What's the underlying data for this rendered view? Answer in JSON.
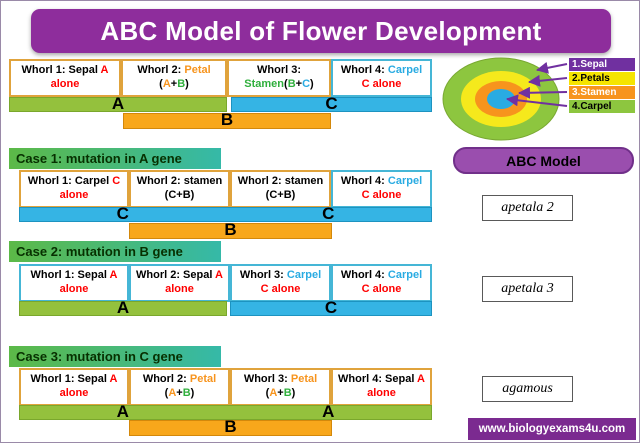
{
  "title": "ABC Model of Flower Development",
  "footer_url": "www.biologyexams4u.com",
  "abc_label": "ABC Model",
  "palette": {
    "banner_purple": "#8E2D9C",
    "footer_purple": "#7B2A90",
    "gene_a_green": "#94C13D",
    "gene_b_orange": "#F8A71B",
    "gene_c_blue": "#35B4E4",
    "red_text": "#FF0000",
    "orange_text": "#F7941D",
    "green_text": "#2FAF3C",
    "blue_text": "#29ABE2",
    "case_header_green": "#5CB947",
    "case_header_teal": "#35B9A8"
  },
  "flower": {
    "rings": [
      {
        "name": "sepal-outer-ring",
        "color": "#8DC63F"
      },
      {
        "name": "petal-ring",
        "color": "#F5E91C"
      },
      {
        "name": "stamen-ring",
        "color": "#F7941D"
      },
      {
        "name": "carpel-center",
        "color": "#29ABE2"
      }
    ]
  },
  "legend": {
    "items": [
      {
        "label": "1.Sepal"
      },
      {
        "label": "2.Petals"
      },
      {
        "label": "3.Stamen"
      },
      {
        "label": "4.Carpel"
      }
    ]
  },
  "main": {
    "boxes": [
      {
        "l1": [
          {
            "t": "Whorl 1: Sepal ",
            "c": "k"
          },
          {
            "t": "A",
            "c": "r"
          }
        ],
        "l2": [
          {
            "t": "alone",
            "c": "r"
          }
        ]
      },
      {
        "l1": [
          {
            "t": "Whorl 2: ",
            "c": "k"
          },
          {
            "t": "Petal",
            "c": "o"
          }
        ],
        "l2": [
          {
            "t": "(",
            "c": "k"
          },
          {
            "t": "A",
            "c": "o"
          },
          {
            "t": "+",
            "c": "k"
          },
          {
            "t": "B",
            "c": "g"
          },
          {
            "t": ")",
            "c": "k"
          }
        ]
      },
      {
        "l1": [
          {
            "t": "Whorl 3:",
            "c": "k"
          }
        ],
        "l2": [
          {
            "t": "Stamen",
            "c": "g"
          },
          {
            "t": "(",
            "c": "k"
          },
          {
            "t": "B",
            "c": "g"
          },
          {
            "t": "+",
            "c": "k"
          },
          {
            "t": "C",
            "c": "b"
          },
          {
            "t": ")",
            "c": "k"
          }
        ]
      },
      {
        "l1": [
          {
            "t": "Whorl 4: ",
            "c": "k"
          },
          {
            "t": "Carpel",
            "c": "b"
          }
        ],
        "l2": [
          {
            "t": "C alone",
            "c": "r"
          }
        ]
      }
    ],
    "bars": {
      "a": "A",
      "b": "B",
      "c": "C"
    }
  },
  "case1": {
    "header": "Case 1: mutation in A gene",
    "mutant": "apetala 2",
    "boxes": [
      {
        "l1": [
          {
            "t": "Whorl 1: Carpel ",
            "c": "k"
          },
          {
            "t": "C",
            "c": "r"
          }
        ],
        "l2": [
          {
            "t": "alone",
            "c": "r"
          }
        ]
      },
      {
        "l1": [
          {
            "t": "Whorl 2: stamen",
            "c": "k"
          }
        ],
        "l2": [
          {
            "t": "(C+B)",
            "c": "k"
          }
        ]
      },
      {
        "l1": [
          {
            "t": "Whorl 2: stamen",
            "c": "k"
          }
        ],
        "l2": [
          {
            "t": "(C+B)",
            "c": "k"
          }
        ]
      },
      {
        "l1": [
          {
            "t": "Whorl 4: ",
            "c": "k"
          },
          {
            "t": "Carpel",
            "c": "b"
          }
        ],
        "l2": [
          {
            "t": "C alone",
            "c": "r"
          }
        ]
      }
    ],
    "bars": {
      "c_left": "C",
      "c_right": "C",
      "b": "B"
    }
  },
  "case2": {
    "header": "Case 2: mutation in B gene",
    "mutant": "apetala 3",
    "boxes": [
      {
        "l1": [
          {
            "t": "Whorl 1: Sepal ",
            "c": "k"
          },
          {
            "t": "A",
            "c": "r"
          }
        ],
        "l2": [
          {
            "t": "alone",
            "c": "r"
          }
        ]
      },
      {
        "l1": [
          {
            "t": "Whorl 2: Sepal ",
            "c": "k"
          },
          {
            "t": "A",
            "c": "r"
          }
        ],
        "l2": [
          {
            "t": "alone",
            "c": "r"
          }
        ]
      },
      {
        "l1": [
          {
            "t": "Whorl 3: ",
            "c": "k"
          },
          {
            "t": "Carpel",
            "c": "b"
          }
        ],
        "l2": [
          {
            "t": "C alone",
            "c": "r"
          }
        ]
      },
      {
        "l1": [
          {
            "t": "Whorl 4: ",
            "c": "k"
          },
          {
            "t": "Carpel",
            "c": "b"
          }
        ],
        "l2": [
          {
            "t": "C alone",
            "c": "r"
          }
        ]
      }
    ],
    "bars": {
      "a": "A",
      "c": "C"
    }
  },
  "case3": {
    "header": "Case 3: mutation in C gene",
    "mutant": "agamous",
    "boxes": [
      {
        "l1": [
          {
            "t": "Whorl 1: Sepal ",
            "c": "k"
          },
          {
            "t": "A",
            "c": "r"
          }
        ],
        "l2": [
          {
            "t": "alone",
            "c": "r"
          }
        ]
      },
      {
        "l1": [
          {
            "t": "Whorl 2: ",
            "c": "k"
          },
          {
            "t": "Petal",
            "c": "o"
          }
        ],
        "l2": [
          {
            "t": "(",
            "c": "k"
          },
          {
            "t": "A",
            "c": "o"
          },
          {
            "t": "+",
            "c": "k"
          },
          {
            "t": "B",
            "c": "g"
          },
          {
            "t": ")",
            "c": "k"
          }
        ]
      },
      {
        "l1": [
          {
            "t": "Whorl 3: ",
            "c": "k"
          },
          {
            "t": "Petal",
            "c": "o"
          }
        ],
        "l2": [
          {
            "t": "(",
            "c": "k"
          },
          {
            "t": "A",
            "c": "o"
          },
          {
            "t": "+",
            "c": "k"
          },
          {
            "t": "B",
            "c": "g"
          },
          {
            "t": ")",
            "c": "k"
          }
        ]
      },
      {
        "l1": [
          {
            "t": "Whorl 4: Sepal ",
            "c": "k"
          },
          {
            "t": "A",
            "c": "r"
          }
        ],
        "l2": [
          {
            "t": "alone",
            "c": "r"
          }
        ]
      }
    ],
    "bars": {
      "a_left": "A",
      "a_right": "A",
      "b": "B"
    }
  }
}
